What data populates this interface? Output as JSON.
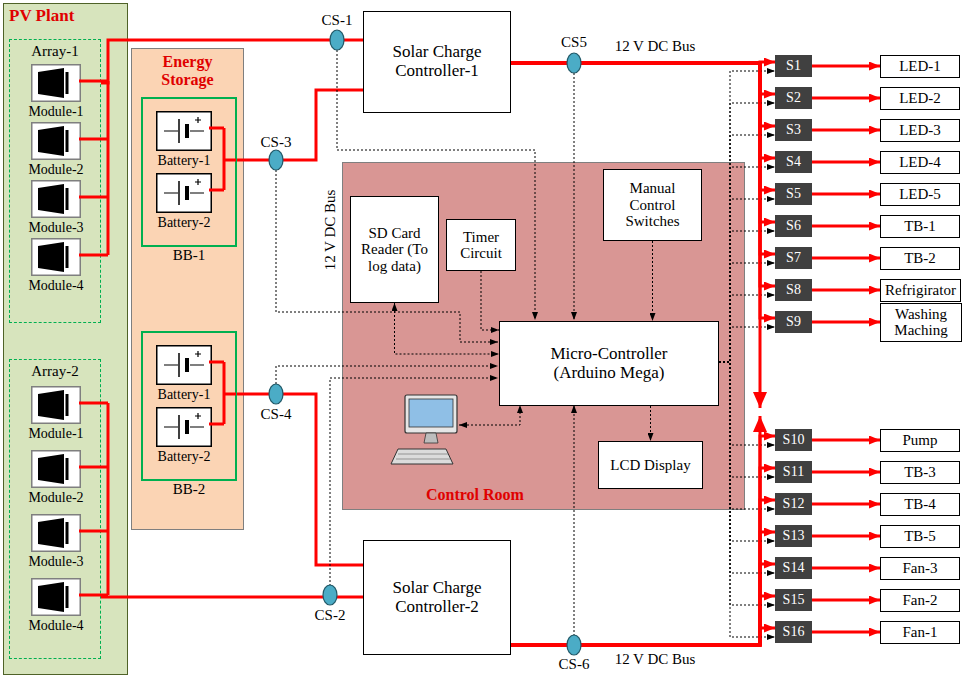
{
  "diagram": {
    "nodes": [
      {
        "text": [
          "PV Plant"
        ]
      },
      {
        "text": [
          "Array-1"
        ],
        "in": 0
      },
      {
        "text": [
          "Module-1"
        ],
        "in": 1
      },
      {
        "text": [
          "Module-2"
        ],
        "in": 1
      },
      {
        "text": [
          "Module-3"
        ],
        "in": 1
      },
      {
        "text": [
          "Module-4"
        ],
        "in": 1
      },
      {
        "text": [
          "Array-2"
        ],
        "in": 0
      },
      {
        "text": [
          "Module-1"
        ],
        "in": 6
      },
      {
        "text": [
          "Module-2"
        ],
        "in": 6
      },
      {
        "text": [
          "Module-3"
        ],
        "in": 6
      },
      {
        "text": [
          "Module-4"
        ],
        "in": 6
      },
      {
        "text": [
          "Energy Storage"
        ]
      },
      {
        "text": [
          "BB-1"
        ],
        "in": 11
      },
      {
        "text": [
          "Battery-1"
        ],
        "in": 12
      },
      {
        "text": [
          "Battery-2"
        ],
        "in": 12
      },
      {
        "text": [
          "BB-2"
        ],
        "in": 11
      },
      {
        "text": [
          "Battery-1"
        ],
        "in": 15
      },
      {
        "text": [
          "Battery-2"
        ],
        "in": 15
      },
      {
        "text": [
          "Solar Charge Controller-1"
        ]
      },
      {
        "text": [
          "Control Room"
        ]
      },
      {
        "text": [
          "SD Card Reader (To log data)"
        ],
        "in": 19
      },
      {
        "text": [
          "Timer Circuit"
        ],
        "in": 19
      },
      {
        "text": [
          "Manual Control Switches"
        ],
        "in": 19
      },
      {
        "text": [
          "Micro-Controller (Arduino Mega)"
        ],
        "in": 19
      },
      {
        "text": [
          "LCD Display"
        ],
        "in": 19
      },
      {
        "text": [
          "Solar Charge Controller-2"
        ]
      },
      {
        "text": [
          "S1"
        ]
      },
      {
        "text": [
          "S2"
        ]
      },
      {
        "text": [
          "S3"
        ]
      },
      {
        "text": [
          "S4"
        ]
      },
      {
        "text": [
          "S5"
        ]
      },
      {
        "text": [
          "S6"
        ]
      },
      {
        "text": [
          "S7"
        ]
      },
      {
        "text": [
          "S8"
        ]
      },
      {
        "text": [
          "S9"
        ]
      },
      {
        "text": [
          "S10"
        ]
      },
      {
        "text": [
          "S11"
        ]
      },
      {
        "text": [
          "S12"
        ]
      },
      {
        "text": [
          "S13"
        ]
      },
      {
        "text": [
          "S14"
        ]
      },
      {
        "text": [
          "S15"
        ]
      },
      {
        "text": [
          "S16"
        ]
      },
      {
        "text": [
          "LED-1"
        ]
      },
      {
        "text": [
          "LED-2"
        ]
      },
      {
        "text": [
          "LED-3"
        ]
      },
      {
        "text": [
          "LED-4"
        ]
      },
      {
        "text": [
          "LED-5"
        ]
      },
      {
        "text": [
          "TB-1"
        ]
      },
      {
        "text": [
          "TB-2"
        ]
      },
      {
        "text": [
          "Refrigirator"
        ]
      },
      {
        "text": [
          "Washing Maching"
        ]
      },
      {
        "text": [
          "Pump"
        ]
      },
      {
        "text": [
          "TB-3"
        ]
      },
      {
        "text": [
          "TB-4"
        ]
      },
      {
        "text": [
          "TB-5"
        ]
      },
      {
        "text": [
          "Fan-3"
        ]
      },
      {
        "text": [
          "Fan-2"
        ]
      },
      {
        "text": [
          "Fan-1"
        ]
      }
    ],
    "edges": [
      {
        "from": 1,
        "to": 18,
        "arrow": "none"
      },
      {
        "from": 6,
        "to": 25,
        "arrow": "none"
      },
      {
        "from": 12,
        "to": 18,
        "arrow": "none"
      },
      {
        "from": 15,
        "to": 25,
        "arrow": "none"
      },
      {
        "from": 18,
        "to": 26,
        "arrow": "to"
      },
      {
        "from": 18,
        "to": 27,
        "arrow": "to"
      },
      {
        "from": 18,
        "to": 28,
        "arrow": "to"
      },
      {
        "from": 18,
        "to": 29,
        "arrow": "to"
      },
      {
        "from": 18,
        "to": 30,
        "arrow": "to"
      },
      {
        "from": 18,
        "to": 31,
        "arrow": "to"
      },
      {
        "from": 18,
        "to": 32,
        "arrow": "to"
      },
      {
        "from": 18,
        "to": 33,
        "arrow": "to"
      },
      {
        "from": 18,
        "to": 34,
        "arrow": "to"
      },
      {
        "from": 25,
        "to": 35,
        "arrow": "to"
      },
      {
        "from": 25,
        "to": 36,
        "arrow": "to"
      },
      {
        "from": 25,
        "to": 37,
        "arrow": "to"
      },
      {
        "from": 25,
        "to": 38,
        "arrow": "to"
      },
      {
        "from": 25,
        "to": 39,
        "arrow": "to"
      },
      {
        "from": 25,
        "to": 40,
        "arrow": "to"
      },
      {
        "from": 25,
        "to": 41,
        "arrow": "to"
      },
      {
        "from": 26,
        "to": 42,
        "arrow": "to"
      },
      {
        "from": 27,
        "to": 43,
        "arrow": "to"
      },
      {
        "from": 28,
        "to": 44,
        "arrow": "to"
      },
      {
        "from": 29,
        "to": 45,
        "arrow": "to"
      },
      {
        "from": 30,
        "to": 46,
        "arrow": "to"
      },
      {
        "from": 31,
        "to": 47,
        "arrow": "to"
      },
      {
        "from": 32,
        "to": 48,
        "arrow": "to"
      },
      {
        "from": 33,
        "to": 49,
        "arrow": "to"
      },
      {
        "from": 34,
        "to": 50,
        "arrow": "to"
      },
      {
        "from": 35,
        "to": 51,
        "arrow": "to"
      },
      {
        "from": 36,
        "to": 52,
        "arrow": "to"
      },
      {
        "from": 37,
        "to": 53,
        "arrow": "to"
      },
      {
        "from": 38,
        "to": 54,
        "arrow": "to"
      },
      {
        "from": 39,
        "to": 55,
        "arrow": "to"
      },
      {
        "from": 40,
        "to": 56,
        "arrow": "to"
      },
      {
        "from": 41,
        "to": 57,
        "arrow": "to"
      },
      {
        "from": 20,
        "to": 23,
        "arrow": "both"
      },
      {
        "from": 21,
        "to": 23,
        "arrow": "to"
      },
      {
        "from": 22,
        "to": 23,
        "arrow": "to"
      },
      {
        "from": 23,
        "to": 24,
        "arrow": "to"
      },
      {
        "from": 23,
        "to": 26,
        "arrow": "to"
      },
      {
        "from": 23,
        "to": 27,
        "arrow": "to"
      },
      {
        "from": 23,
        "to": 28,
        "arrow": "to"
      },
      {
        "from": 23,
        "to": 29,
        "arrow": "to"
      },
      {
        "from": 23,
        "to": 30,
        "arrow": "to"
      },
      {
        "from": 23,
        "to": 31,
        "arrow": "to"
      },
      {
        "from": 23,
        "to": 32,
        "arrow": "to"
      },
      {
        "from": 23,
        "to": 33,
        "arrow": "to"
      },
      {
        "from": 23,
        "to": 34,
        "arrow": "to"
      },
      {
        "from": 23,
        "to": 35,
        "arrow": "to"
      },
      {
        "from": 23,
        "to": 36,
        "arrow": "to"
      },
      {
        "from": 23,
        "to": 37,
        "arrow": "to"
      },
      {
        "from": 23,
        "to": 38,
        "arrow": "to"
      },
      {
        "from": 23,
        "to": 39,
        "arrow": "to"
      },
      {
        "from": 23,
        "to": 40,
        "arrow": "to"
      },
      {
        "from": 23,
        "to": 41,
        "arrow": "to"
      }
    ],
    "labels": [
      "CS-1",
      "CS5",
      "12 V DC Bus",
      "12 V DC Bus",
      "CS-3",
      "CS-4",
      "CS-2",
      "CS-6",
      "12 V DC Bus"
    ]
  }
}
